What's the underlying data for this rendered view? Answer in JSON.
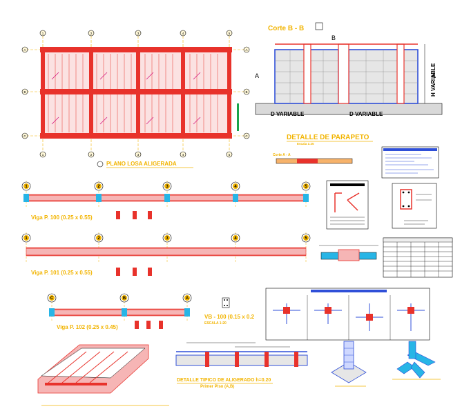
{
  "colors": {
    "bg": "#ffffff",
    "beam": "#e8322b",
    "beam_fill": "#f6b5b5",
    "grid": "#f2b400",
    "label": "#f2b400",
    "wall": "#2f4fd8",
    "wall_fill": "#e6e6e6",
    "cyan": "#27b5e6",
    "line": "#000000",
    "magenta": "#d4147e",
    "green": "#1aa34a"
  },
  "plan": {
    "title": "PLANO LOSA ALIGERADA",
    "axes_numbers": [
      "1",
      "2",
      "3",
      "4",
      "5"
    ],
    "axes_letters": [
      "A",
      "B",
      "C"
    ]
  },
  "section": {
    "title": "Corte B - B",
    "left_mark": "A",
    "right_mark": "A",
    "vertical_label": "H VARIABLE",
    "width_label_1": "D VARIABLE",
    "width_label_2": "D VARIABLE",
    "cut_label": "B",
    "title_detail": "DETALLE DE PARAPETO",
    "scale": "Escala 1:25"
  },
  "cut_a": {
    "title": "Corte A - A"
  },
  "beams": [
    {
      "title": "Viga P. 100 (0.25 x 0.55)",
      "axes": [
        "1",
        "2",
        "3",
        "4",
        "5"
      ]
    },
    {
      "title": "Viga P. 101 (0.25 x 0.55)",
      "axes": [
        "1",
        "2",
        "3",
        "4",
        "5"
      ]
    },
    {
      "title": "Viga P. 102 (0.25 x 0.45)",
      "axes": [
        "C",
        "B",
        "A"
      ]
    }
  ],
  "vb": {
    "title": "VB - 100 (0.15 x 0.2",
    "scale": "ESCALA 1:20"
  },
  "detail": {
    "title": "DETALLE TIPICO DE ALIGERADO h=0.20",
    "subtitle": "Primer Piso (A,B)"
  }
}
